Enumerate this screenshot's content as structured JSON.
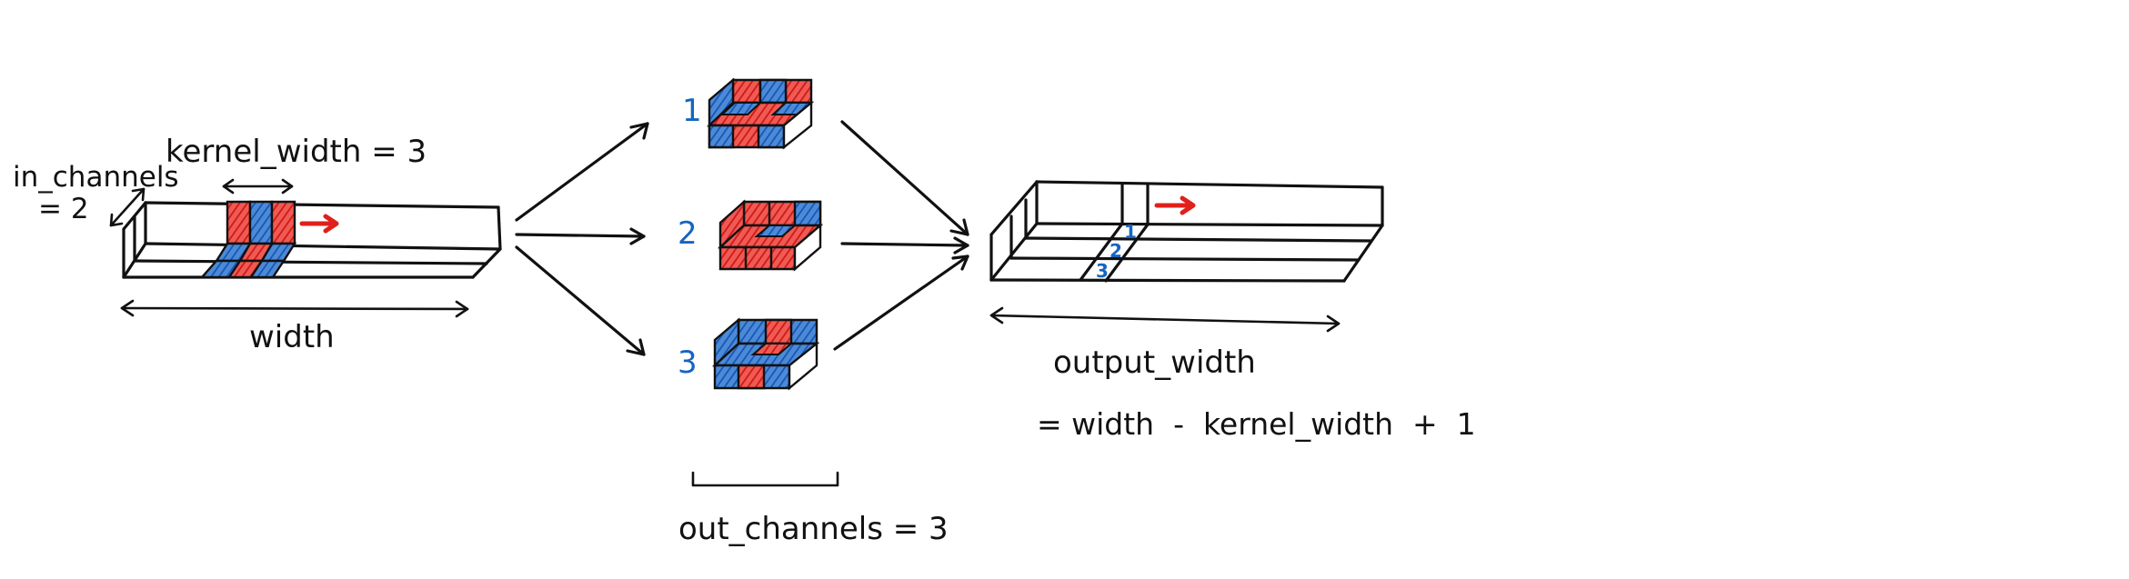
{
  "colors": {
    "ink": "#111111",
    "red": "#e0201b",
    "blue": "#1565c0"
  },
  "input": {
    "in_channels_label_line1": "in_channels",
    "in_channels_label_line2": "= 2",
    "kernel_width_label": "kernel_width = 3",
    "width_label": "width"
  },
  "kernels": {
    "numbers": [
      "1",
      "2",
      "3"
    ],
    "out_channels_label": "out_channels = 3"
  },
  "output": {
    "channel_numbers": [
      "1",
      "2",
      "3"
    ],
    "output_width_label": "output_width",
    "formula_label": "= width  -  kernel_width  +  1"
  }
}
